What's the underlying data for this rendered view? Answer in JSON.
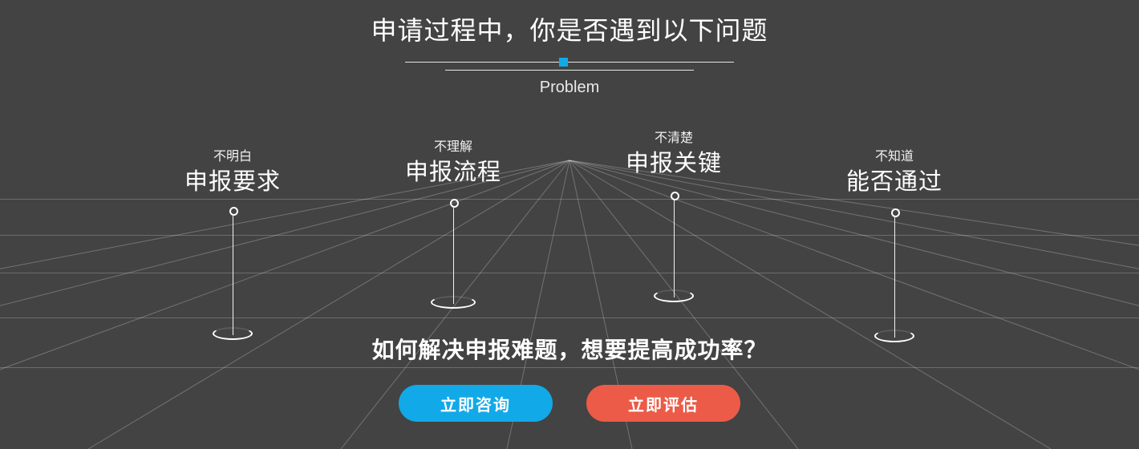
{
  "theme": {
    "background": "#434343",
    "accent_blue": "#12a9e8",
    "accent_red": "#ec5b47",
    "line_color": "#ffffff",
    "grid_color": "rgba(255,255,255,0.22)"
  },
  "header": {
    "title": "申请过程中，你是否遇到以下问题",
    "subtitle": "Problem"
  },
  "problems": [
    {
      "sub": "不明白",
      "main": "申报要求"
    },
    {
      "sub": "不理解",
      "main": "申报流程"
    },
    {
      "sub": "不清楚",
      "main": "申报关键"
    },
    {
      "sub": "不知道",
      "main": "能否通过"
    }
  ],
  "cta": {
    "heading": "如何解决申报难题，想要提高成功率？",
    "primary_label": "立即咨询",
    "secondary_label": "立即评估"
  }
}
